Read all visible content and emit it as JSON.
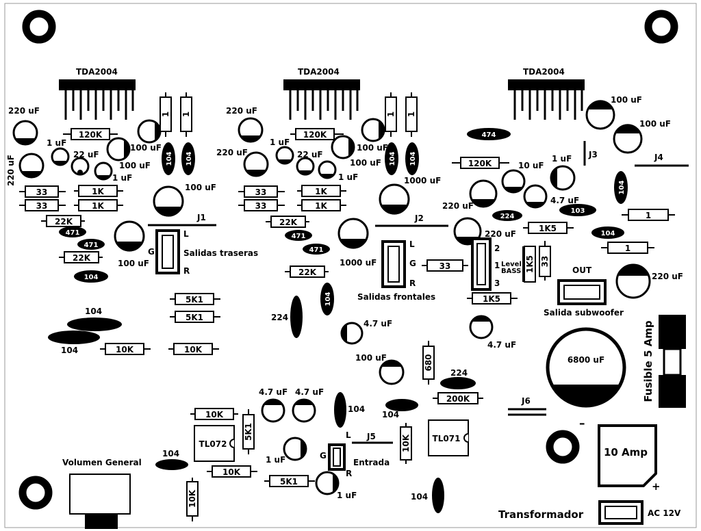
{
  "title_chip": "TDA2004",
  "caps": {
    "c220": "220 uF",
    "c100": "100 uF",
    "c1": "1 uF",
    "c22": "22 uF",
    "c1000": "1000 uF",
    "c47": "4.7 uF",
    "c6800": "6800 uF"
  },
  "resistors": {
    "r120k": "120K",
    "r1": "1",
    "r33": "33",
    "r1k": "1K",
    "r22k": "22K",
    "r5k1": "5K1",
    "r10k": "10K",
    "r1k5": "1K5",
    "r680": "680",
    "r200k": "200K"
  },
  "ceramic": {
    "c104": "104",
    "c471": "471",
    "c474": "474",
    "c224": "224",
    "c103": "103"
  },
  "connectors": {
    "j1": "J1",
    "j2": "J2",
    "j3": "J3",
    "j4": "J4",
    "j5": "J5",
    "j6": "J6"
  },
  "pins": {
    "l": "L",
    "g": "G",
    "r": "R",
    "p1": "1",
    "p2": "2",
    "p3": "3"
  },
  "labels": {
    "rear_outputs": "Salidas traseras",
    "front_outputs": "Salidas frontales",
    "level": "Level",
    "bass": "BASS",
    "out": "OUT",
    "sub_output": "Salida subwoofer",
    "fuse": "Fusible 5 Amp",
    "input": "Entrada",
    "volume": "Volumen General",
    "transformer": "Transformador",
    "ac": "AC 12V",
    "bridge": "10 Amp",
    "minus": "–",
    "plus": "+"
  },
  "ics": {
    "tl072": "TL072",
    "tl071": "TL071"
  }
}
